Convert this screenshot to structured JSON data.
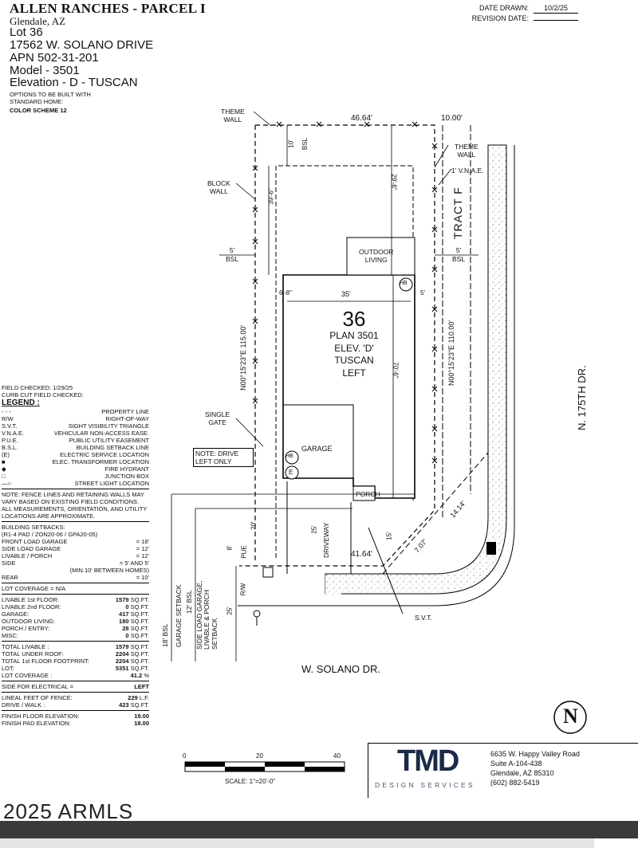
{
  "header": {
    "subdivision": "ALLEN RANCHES - PARCEL I",
    "city": "Glendale, AZ",
    "lot": "Lot 36",
    "address": "17562 W. SOLANO DRIVE",
    "apn": "APN 502-31-201",
    "model": "Model - 3501",
    "elevation": "Elevation - D - TUSCAN",
    "options_note": "OPTIONS TO BE BUILT WITH STANDARD HOME:",
    "color_scheme": "COLOR SCHEME 12"
  },
  "dates": {
    "drawn_label": "DATE DRAWN:",
    "drawn_value": "10/2/25",
    "revision_label": "REVISION DATE:",
    "revision_value": ""
  },
  "plot": {
    "lot_number": "36",
    "plan": "PLAN 3501",
    "elev": "ELEV. 'D'",
    "style": "TUSCAN",
    "hand": "LEFT",
    "top_width": "46.64'",
    "right_width": "10.00'",
    "bottom_width": "41.64'",
    "house_width": "35'",
    "rear_setback": "10'",
    "dim_29_6": "29'-6\"",
    "dim_39_6": "39'-6\"",
    "dim_70_6": "70'-6\"",
    "dim_6_8": "6'-8\"",
    "dim_5_right": "5'",
    "dim_20": "20'",
    "dim_25_drive": "25'",
    "dim_15": "15'",
    "dim_8": "8'",
    "dim_25_left": "25'",
    "dim_7_07": "7.07'",
    "dim_14_14": "14.14'",
    "bearing_left": "N00°15'23\"E 115.00'",
    "bearing_right": "N00°15'23\"E 110.00'",
    "bsl_left": "5'\nBSL",
    "bsl_left_num": "5'",
    "bsl_left_txt": "BSL",
    "bsl_right_num": "5'",
    "bsl_right_txt": "BSL",
    "bsl_top": "BSL",
    "theme_wall_top": "THEME\nWALL",
    "theme_wall_1": "THEME",
    "theme_wall_2": "WALL",
    "theme_wall_r1": "THEME",
    "theme_wall_r2": "WALL",
    "vnae": "1' V.N.A.E.",
    "block_wall_1": "BLOCK",
    "block_wall_2": "WALL",
    "tract": "TRACT F",
    "outdoor_1": "OUTDOOR",
    "outdoor_2": "LIVING",
    "hb": "HB",
    "e": "E",
    "garage": "GARAGE",
    "porch": "PORCH",
    "driveway": "DRIVEWAY",
    "single_gate_1": "SINGLE",
    "single_gate_2": "GATE",
    "note_drive_1": "NOTE: DRIVE",
    "note_drive_2": "LEFT ONLY",
    "pue": "PUE",
    "rw": "R/W",
    "svt": "S.V.T.",
    "bsl_18": "18' BSL",
    "garage_setback": "GARAGE SETBACK",
    "bsl_12": "12' BSL",
    "side_load_1": "SIDE LOAD GARAGE,",
    "side_load_2": "LIVABLE & PORCH",
    "side_load_3": "SETBACK",
    "street_bottom": "W. SOLANO DR.",
    "street_right": "N. 175TH DR."
  },
  "legend": {
    "field_checked": "FIELD CHECKED: 1/29/25",
    "curb_cut": "CURB CUT FIELD CHECKED:",
    "title": "LEGEND :",
    "items": [
      {
        "symbol": "- - -",
        "label": "PROPERTY LINE"
      },
      {
        "symbol": "R/W",
        "label": "RIGHT-OF-WAY"
      },
      {
        "symbol": "S.V.T.",
        "label": "SIGHT VISIBILITY TRIANGLE"
      },
      {
        "symbol": "V.N.A.E.",
        "label": "VEHICULAR NON-ACCESS EASE."
      },
      {
        "symbol": "P.U.E.",
        "label": "PUBLIC UTILITY EASEMENT"
      },
      {
        "symbol": "B.S.L.",
        "label": "BUILDING SETBACK LINE"
      },
      {
        "symbol": "(E)",
        "label": "ELECTRIC SERVICE LOCATION"
      },
      {
        "symbol": "■",
        "label": "ELEC. TRANSFORMER LOCATION"
      },
      {
        "symbol": "◆",
        "label": "FIRE HYDRANT"
      },
      {
        "symbol": "□",
        "label": "JUNCTION BOX"
      },
      {
        "symbol": "—○",
        "label": "STREET LIGHT LOCATION"
      }
    ],
    "note": "NOTE: FENCE LINES AND RETAINING WALLS MAY VARY BASED ON EXISTING FIELD CONDITIONS. ALL MEASUREMENTS, ORIENTATION, AND UTILITY LOCATIONS ARE APPROXIMATE."
  },
  "setbacks": {
    "title": "BUILDING SETBACKS:",
    "subtitle": "(R1-4 PAD / ZON20-06 / GPA20-05)",
    "rows": [
      {
        "label": "FRONT LOAD GARAGE",
        "value": "= 18'"
      },
      {
        "label": "SIDE LOAD GARAGE",
        "value": "= 12'"
      },
      {
        "label": "LIVABLE / PORCH",
        "value": "= 12'"
      },
      {
        "label": "SIDE",
        "value": "= 5' AND 5'"
      },
      {
        "label": "",
        "value": "(MIN.10' BETWEEN HOMES)"
      },
      {
        "label": "REAR",
        "value": "= 10'"
      }
    ],
    "lot_coverage": "LOT COVERAGE = N/A"
  },
  "areas": [
    {
      "label": "LIVABLE 1st FLOOR:",
      "value": "1579",
      "unit": "SQ.FT."
    },
    {
      "label": "LIVABLE 2nd FLOOR:",
      "value": "0",
      "unit": "SQ.FT."
    },
    {
      "label": "GARAGE:",
      "value": "417",
      "unit": "SQ.FT."
    },
    {
      "label": "OUTDOOR LIVING:",
      "value": "180",
      "unit": "SQ.FT."
    },
    {
      "label": "PORCH / ENTRY:",
      "value": "28",
      "unit": "SQ.FT."
    },
    {
      "label": "MISC:",
      "value": "0",
      "unit": "SQ.FT."
    }
  ],
  "totals": [
    {
      "label": "TOTAL LIVABLE :",
      "value": "1579",
      "unit": "SQ.FT."
    },
    {
      "label": "TOTAL UNDER ROOF:",
      "value": "2204",
      "unit": "SQ.FT."
    },
    {
      "label": "TOTAL 1st FLOOR FOOTPRINT:",
      "value": "2204",
      "unit": "SQ.FT."
    },
    {
      "label": "LOT:",
      "value": "5351",
      "unit": "SQ.FT."
    },
    {
      "label": "LOT COVERAGE :",
      "value": "41.2",
      "unit": "%"
    }
  ],
  "electrical": {
    "label": "SIDE FOR ELECTRICAL =",
    "value": "LEFT"
  },
  "fence": [
    {
      "label": "LINEAL FEET OF FENCE:",
      "value": "229",
      "unit": "L.F."
    },
    {
      "label": "DRIVE / WALK :",
      "value": "423",
      "unit": "SQ.FT."
    }
  ],
  "elevations": [
    {
      "label": "FINISH FLOOR ELEVATION:",
      "value": "19.00"
    },
    {
      "label": "FINISH PAD ELEVATION:",
      "value": "18.00"
    }
  ],
  "scale": {
    "zero": "0",
    "mid": "20",
    "end": "40",
    "label": "SCALE:  1\"=20'-0\""
  },
  "company": {
    "logo": "TMD",
    "tagline": "DESIGN SERVICES",
    "addr1": "6635 W. Happy Valley Road",
    "addr2": "Suite A-104-438",
    "addr3": "Glendale, AZ 85310",
    "phone": "(602) 882-5419",
    "north": "N"
  },
  "stamp": "2025 ARMLS"
}
